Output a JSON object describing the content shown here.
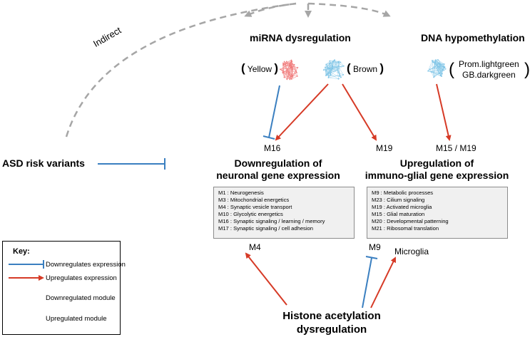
{
  "nodes": {
    "mirna": "miRNA dysregulation",
    "dna": "DNA hypomethylation",
    "asd": "ASD risk variants",
    "histone_line1": "Histone acetylation",
    "histone_line2": "dysregulation",
    "indirect": "Indirect"
  },
  "module_labels": {
    "yellow": "Yellow",
    "brown": "Brown",
    "prom": "Prom.lightgreen",
    "gb": "GB.darkgreen"
  },
  "targets": {
    "m16": "M16",
    "m19": "M19",
    "m15_m19": "M15 / M19",
    "m4": "M4",
    "m9": "M9",
    "microglia": "Microglia"
  },
  "down_panel": {
    "title_line1": "Downregulation of",
    "title_line2": "neuronal gene expression",
    "modules": [
      "M1 : Neurogenesis",
      "M3 : Mitochondrial energetics",
      "M4 : Synaptic vesicle transport",
      "M10 : Glycolytic energetics",
      "M16 : Synaptic signaling / learning / memory",
      "M17 : Synaptic signaling / cell adhesion"
    ]
  },
  "up_panel": {
    "title_line1": "Upregulation of",
    "title_line2": "immuno-glial gene expression",
    "modules": [
      "M9 : Metabolic processes",
      "M23 : Cilium signaling",
      "M19 : Activated microglia",
      "M15 : Glial maturation",
      "M20 : Developmental patterning",
      "M21 : Ribosomal translation"
    ]
  },
  "key": {
    "title": "Key:",
    "down_expr": "Downregulates expression",
    "up_expr": "Upregulates expression",
    "down_mod": "Downregulated module",
    "up_mod": "Upregulated module"
  },
  "colors": {
    "down": "#3a7fc0",
    "up": "#d63a26",
    "down_module": "#7ec4e6",
    "up_module": "#f07a7a",
    "indirect": "#a6a6a6"
  }
}
